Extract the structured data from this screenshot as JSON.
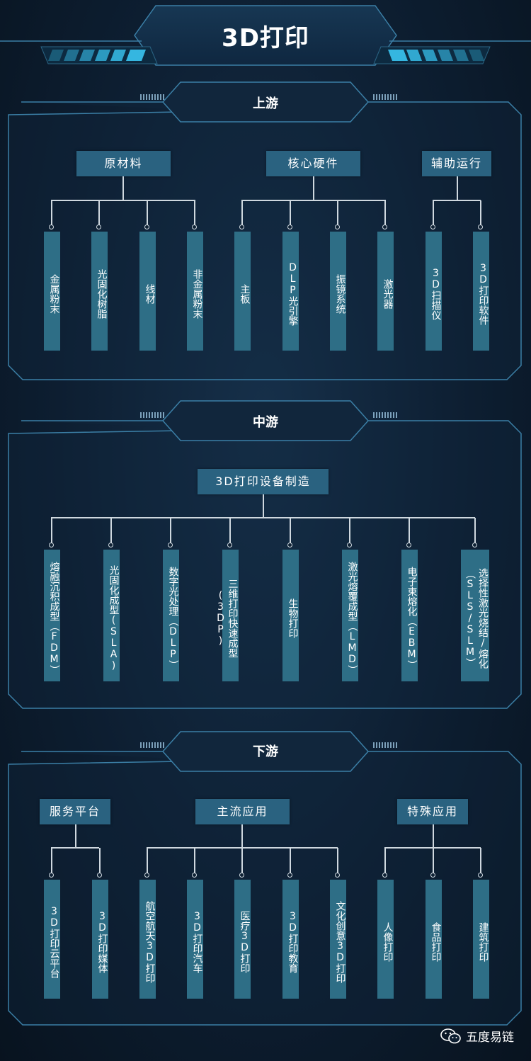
{
  "title": "3D打印",
  "sections": {
    "upstream": {
      "heading": "上游",
      "categories": [
        "原材料",
        "核心硬件",
        "辅助运行"
      ],
      "items": [
        "金属粉末",
        "光固化树脂",
        "线材",
        "非金属粉末",
        "主板",
        "DLP光引擎",
        "振镜系统",
        "激光器",
        "3D扫描仪",
        "3D打印软件"
      ]
    },
    "midstream": {
      "heading": "中游",
      "categories": [
        "3D打印设备制造"
      ],
      "items": [
        "熔融沉积成型（FDM）",
        "光固化成型(SLA)",
        "数字光处理（DLP）",
        "三维打印快速成型(3DP)",
        "生物打印",
        "激光熔覆成型（LMD）",
        "电子束熔化（EBM）",
        "选择性激光烧结/熔化（SLS/SLM）"
      ]
    },
    "downstream": {
      "heading": "下游",
      "categories": [
        "服务平台",
        "主流应用",
        "特殊应用"
      ],
      "items": [
        "3D打印云平台",
        "3D打印媒体",
        "航空航天3D打印",
        "3D打印汽车",
        "医疗3D打印",
        "3D打印教育",
        "文化创意3D打印",
        "人像打印",
        "食品打印",
        "建筑打印"
      ]
    }
  },
  "watermark": "五度易链",
  "colors": {
    "accent": "#2e6e86",
    "category": "#2a6280",
    "frame": "#3b7fa6",
    "glow": "#35b6e0"
  },
  "icons": [
    "wechat-icon"
  ]
}
